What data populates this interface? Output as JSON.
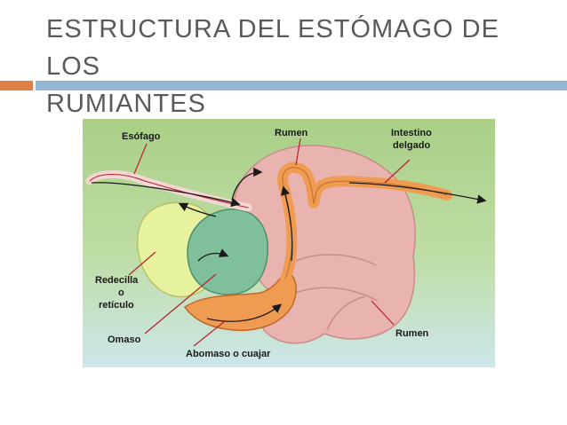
{
  "slide": {
    "title_line1": "ESTRUCTURA DEL ESTÓMAGO DE LOS",
    "title_line2": "RUMIANTES"
  },
  "colors": {
    "title_text": "#5a5a5a",
    "accent_bar": "#dd8047",
    "main_bar": "#94b6d2",
    "figure_bg_top": "#a9cf86",
    "figure_bg_bottom": "#cde6ea",
    "rumen": "#e9b4b0",
    "reticulum": "#e7f29e",
    "omasum": "#7fbf9b",
    "abomasum": "#ef9c52",
    "pointer_lines": "#b8202a"
  },
  "diagram": {
    "labels": {
      "esofago": "Esófago",
      "rumen_top": "Rumen",
      "intestino_1": "Intestino",
      "intestino_2": "delgado",
      "redecilla_1": "Redecilla",
      "redecilla_2": "o",
      "redecilla_3": "retículo",
      "omaso": "Omaso",
      "abomaso": "Abomaso o cuajar",
      "rumen_bottom": "Rumen"
    }
  }
}
